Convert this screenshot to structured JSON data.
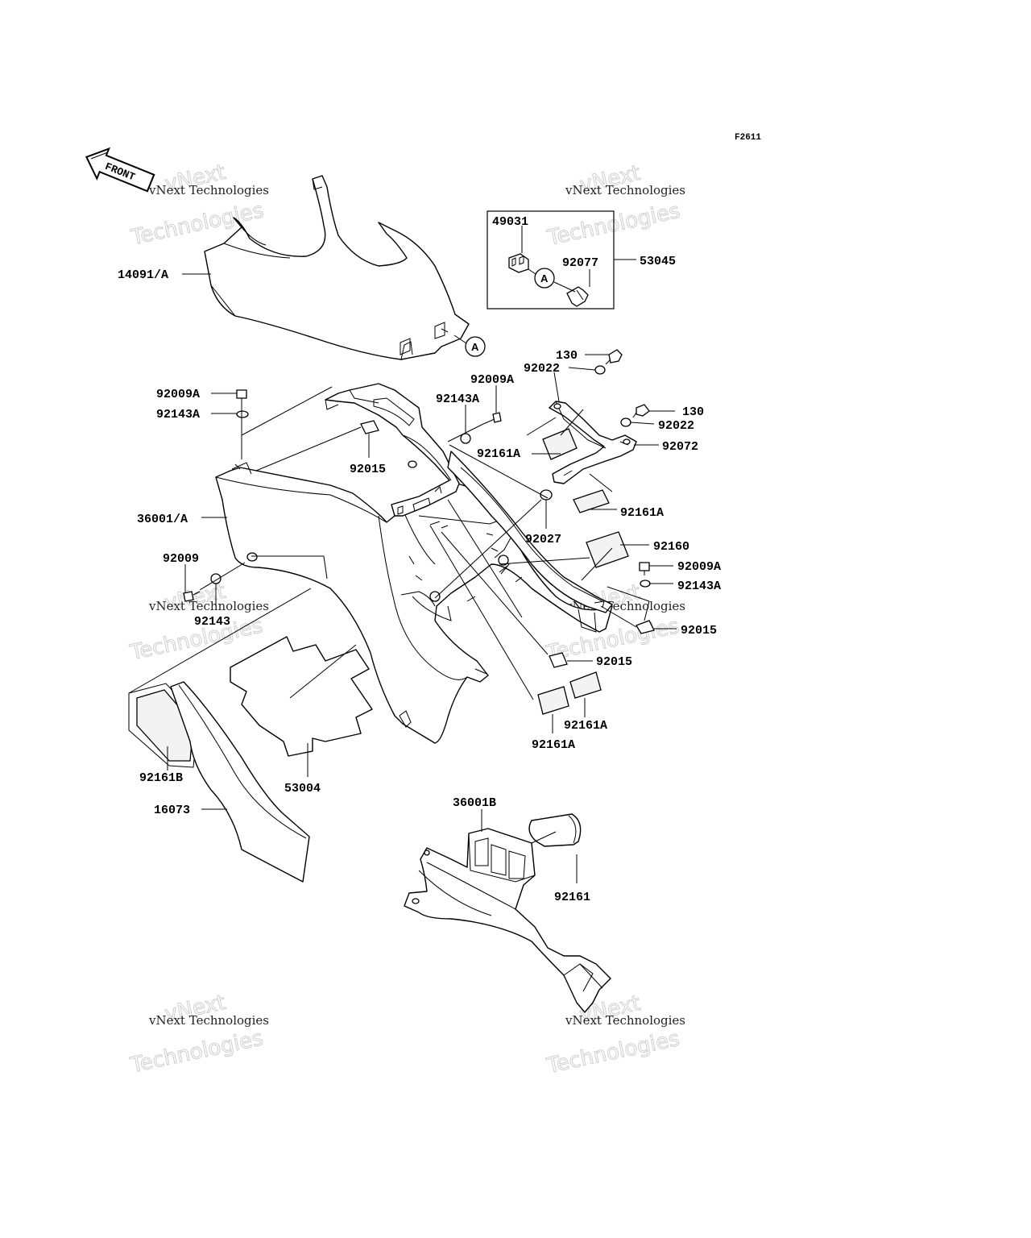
{
  "figure_code": "F2611",
  "front_indicator": "FRONT",
  "reference_mark": "A",
  "watermark": {
    "line1": "vNext Technologies",
    "line2": "vNext",
    "line3": "Technologies"
  },
  "callouts": [
    {
      "id": "p14091A",
      "text": "14091/A"
    },
    {
      "id": "p49031",
      "text": "49031"
    },
    {
      "id": "p92077",
      "text": "92077"
    },
    {
      "id": "p53045",
      "text": "53045"
    },
    {
      "id": "p130a",
      "text": "130"
    },
    {
      "id": "p92022a",
      "text": "92022"
    },
    {
      "id": "p92009A_a",
      "text": "92009A"
    },
    {
      "id": "p92143A_a",
      "text": "92143A"
    },
    {
      "id": "p92009A_b",
      "text": "92009A"
    },
    {
      "id": "p92143A_b",
      "text": "92143A"
    },
    {
      "id": "p130b",
      "text": "130"
    },
    {
      "id": "p92022b",
      "text": "92022"
    },
    {
      "id": "p92161A_a",
      "text": "92161A"
    },
    {
      "id": "p92072",
      "text": "92072"
    },
    {
      "id": "p92015_a",
      "text": "92015"
    },
    {
      "id": "p92161A_b",
      "text": "92161A"
    },
    {
      "id": "p36001A",
      "text": "36001/A"
    },
    {
      "id": "p92027",
      "text": "92027"
    },
    {
      "id": "p92160",
      "text": "92160"
    },
    {
      "id": "p92009",
      "text": "92009"
    },
    {
      "id": "p92009A_c",
      "text": "92009A"
    },
    {
      "id": "p92143A_c",
      "text": "92143A"
    },
    {
      "id": "p92143",
      "text": "92143"
    },
    {
      "id": "p92015_b",
      "text": "92015"
    },
    {
      "id": "p92015_c",
      "text": "92015"
    },
    {
      "id": "p92161A_c",
      "text": "92161A"
    },
    {
      "id": "p92161A_d",
      "text": "92161A"
    },
    {
      "id": "p92161B",
      "text": "92161B"
    },
    {
      "id": "p53004",
      "text": "53004"
    },
    {
      "id": "p16073",
      "text": "16073"
    },
    {
      "id": "p36001B",
      "text": "36001B"
    },
    {
      "id": "p92161",
      "text": "92161"
    }
  ]
}
